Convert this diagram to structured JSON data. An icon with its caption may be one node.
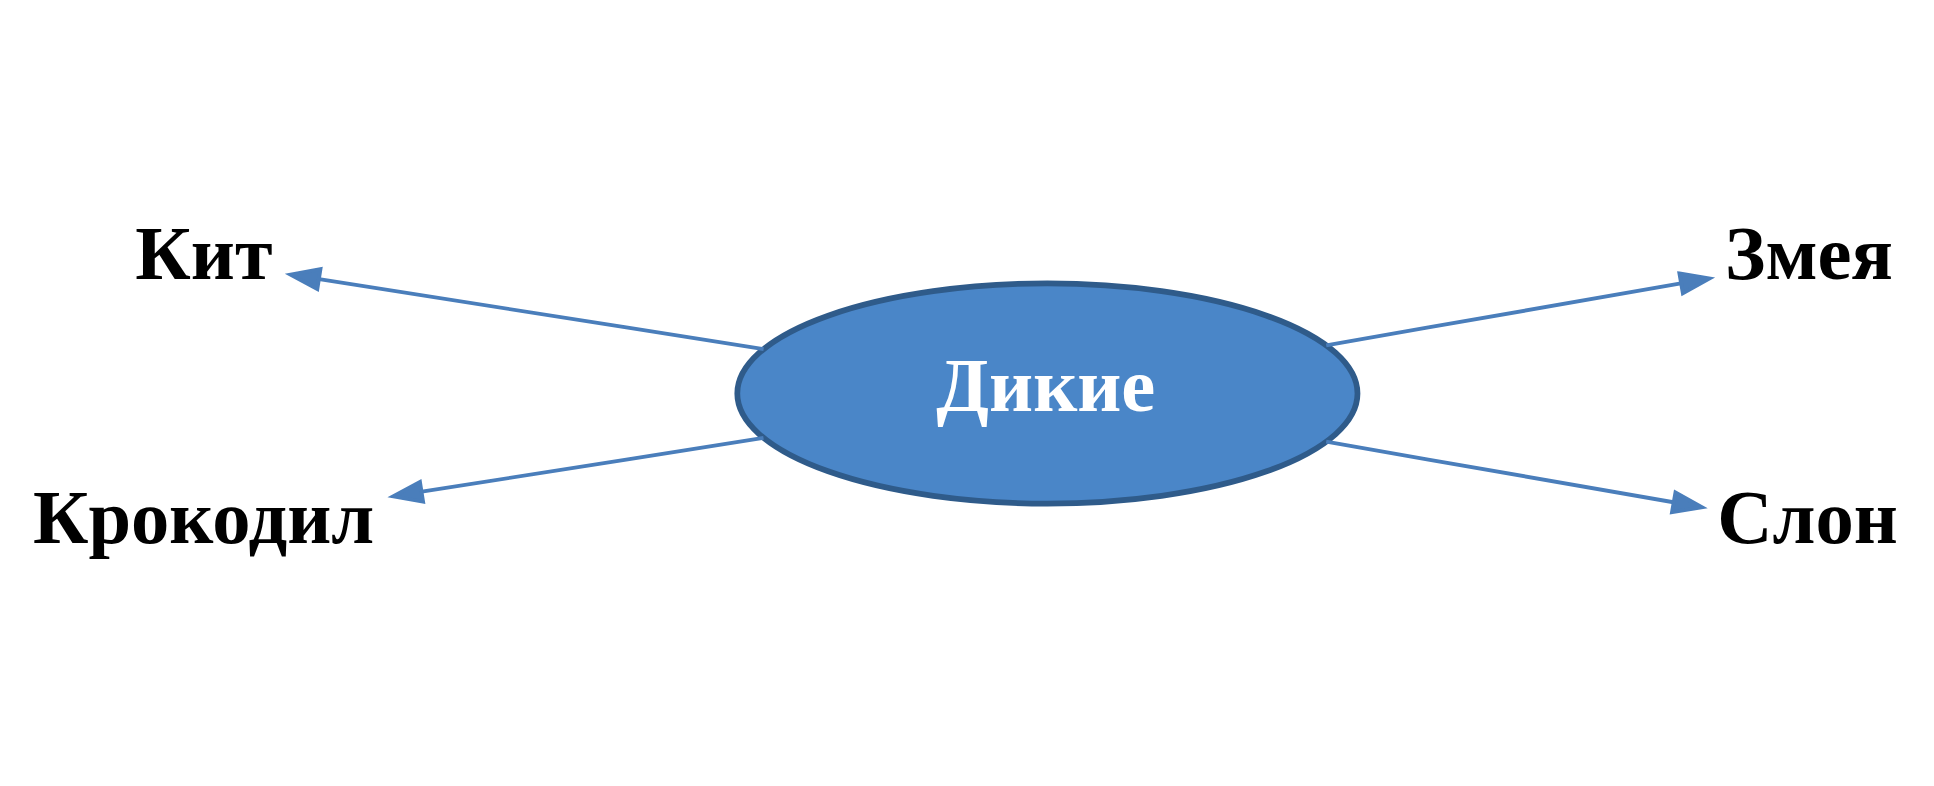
{
  "diagram": {
    "nodes": [
      {
        "text": [
          "Кит"
        ]
      },
      {
        "text": [
          "Змея"
        ]
      },
      {
        "text": [
          "Дикие"
        ]
      },
      {
        "text": [
          "Крокодил"
        ]
      },
      {
        "text": [
          "Слон"
        ]
      }
    ],
    "edges": [
      {
        "from": 2,
        "to": 0,
        "arrow": "to"
      },
      {
        "from": 2,
        "to": 1,
        "arrow": "to"
      },
      {
        "from": 2,
        "to": 3,
        "arrow": "to"
      },
      {
        "from": 2,
        "to": 4,
        "arrow": "to"
      }
    ]
  }
}
